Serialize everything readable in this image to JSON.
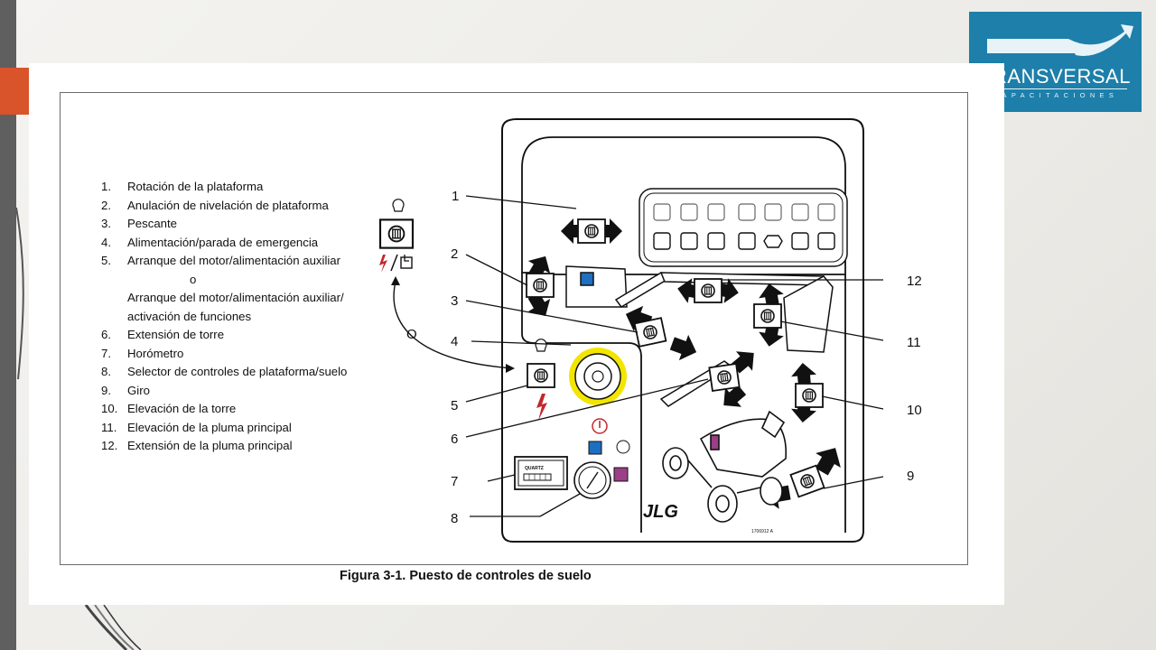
{
  "logo": {
    "title": "TRANSVERSAL",
    "subtitle": "CAPACITACIONES",
    "color": "#1d7faa"
  },
  "legend": [
    {
      "num": "1.",
      "text": "Rotación de la plataforma"
    },
    {
      "num": "2.",
      "text": "Anulación de nivelación de plataforma"
    },
    {
      "num": "3.",
      "text": "Pescante"
    },
    {
      "num": "4.",
      "text": "Alimentación/parada de emergencia"
    },
    {
      "num": "5.",
      "text": "Arranque del motor/alimentación auxiliar"
    },
    {
      "num": "",
      "text": "o"
    },
    {
      "num": "",
      "text": "Arranque del motor/alimentación auxiliar/"
    },
    {
      "num": "",
      "text": "activación de funciones"
    },
    {
      "num": "6.",
      "text": "Extensión de torre"
    },
    {
      "num": "7.",
      "text": "Horómetro"
    },
    {
      "num": "8.",
      "text": "Selector de controles de plataforma/suelo"
    },
    {
      "num": "9.",
      "text": "Giro"
    },
    {
      "num": "10.",
      "text": "Elevación de la torre"
    },
    {
      "num": "11.",
      "text": "Elevación de la pluma principal"
    },
    {
      "num": "12.",
      "text": "Extensión de la pluma principal"
    }
  ],
  "callouts": {
    "c1": "1",
    "c2": "2",
    "c3": "3",
    "c4": "4",
    "c5": "5",
    "c6": "6",
    "c7": "7",
    "c8": "8",
    "c9": "9",
    "c10": "10",
    "c11": "11",
    "c12": "12",
    "o": "O"
  },
  "panel_labels": {
    "brand": "JLG",
    "hourmeter": "QUARTZ",
    "part_number": "1706912 A"
  },
  "caption": "Figura 3-1. Puesto de controles de suelo",
  "colors": {
    "accent": "#d9532b",
    "emergency_ring": "#f2e600",
    "blue_button": "#1e6fbf",
    "purple_button": "#9b3f86",
    "lightning": "#c0282d"
  }
}
